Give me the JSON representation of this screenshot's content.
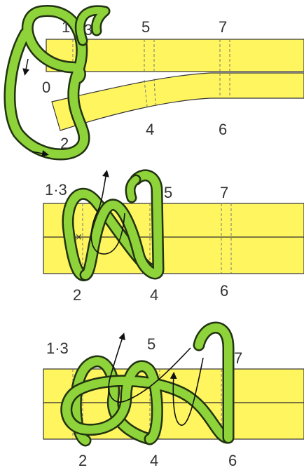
{
  "colors": {
    "strip_fill": "#fff55e",
    "strip_edge": "#333333",
    "guide_line": "#777777",
    "cord_fill": "#8ed33a",
    "cord_edge": "#223311",
    "arrow": "#111111",
    "label": "#333333"
  },
  "steps": [
    {
      "id": "step-1",
      "labels": [
        "1",
        "3",
        "5",
        "7",
        "0",
        "2",
        "4",
        "6"
      ]
    },
    {
      "id": "step-2",
      "labels": [
        "1·3",
        "5",
        "7",
        "2",
        "4",
        "6"
      ],
      "marker": "×"
    },
    {
      "id": "step-3",
      "labels": [
        "1·3",
        "5",
        "7",
        "2",
        "4",
        "6"
      ]
    }
  ]
}
